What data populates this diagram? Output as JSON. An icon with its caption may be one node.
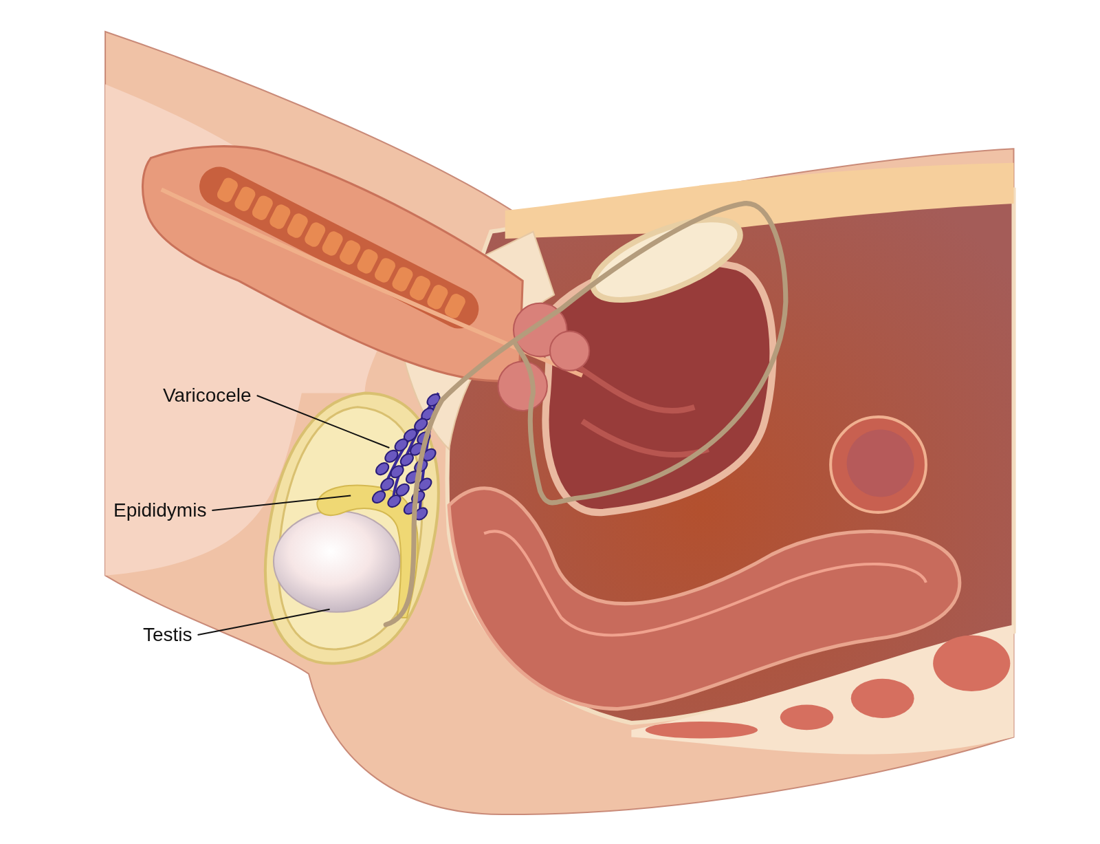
{
  "diagram": {
    "nodes": [
      {
        "text": [
          "Varicocele"
        ]
      },
      {
        "text": [
          "Epididymis"
        ]
      },
      {
        "text": [
          "Testis"
        ]
      },
      {
        "text": [],
        "shape": "picture"
      },
      {
        "text": [],
        "shape": "picture"
      },
      {
        "text": [],
        "shape": "picture"
      }
    ],
    "edges": [
      {
        "from": 0,
        "to": 3,
        "arrow": "none"
      },
      {
        "from": 1,
        "to": 4,
        "arrow": "none"
      },
      {
        "from": 2,
        "to": 5,
        "arrow": "none"
      }
    ]
  }
}
